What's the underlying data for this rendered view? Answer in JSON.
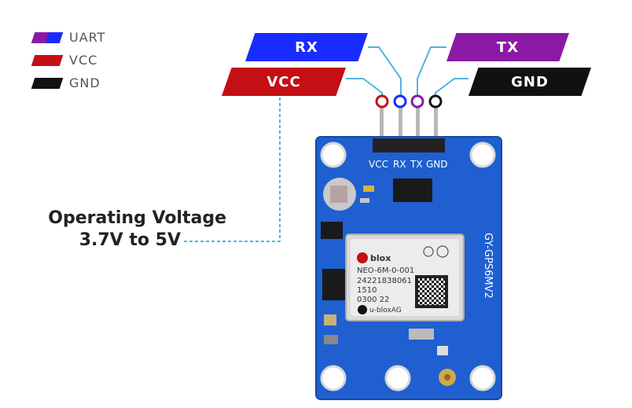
{
  "legend": [
    {
      "label": "UART",
      "color": "#7a2bd6"
    },
    {
      "label": "VCC",
      "color": "#c40f14"
    },
    {
      "label": "GND",
      "color": "#111111"
    }
  ],
  "pins": {
    "rx": {
      "label": "RX",
      "color": "#1a2bff"
    },
    "vcc": {
      "label": "VCC",
      "color": "#c40f14"
    },
    "tx": {
      "label": "TX",
      "color": "#8a1aa5"
    },
    "gnd": {
      "label": "GND",
      "color": "#111111"
    }
  },
  "note": {
    "line1": "Operating Voltage",
    "line2": "3.7V to 5V"
  },
  "board": {
    "pin_header": [
      "VCC",
      "RX",
      "TX",
      "GND"
    ],
    "model": "GY-GPS6MV2",
    "chip": {
      "brand": "blox",
      "part": "NEO-6M-0-001",
      "serial": "24221838061",
      "code1": "1510",
      "code2": "0300 22",
      "maker": "u-bloxAG"
    },
    "pcb_color": "#1f5fd0"
  }
}
